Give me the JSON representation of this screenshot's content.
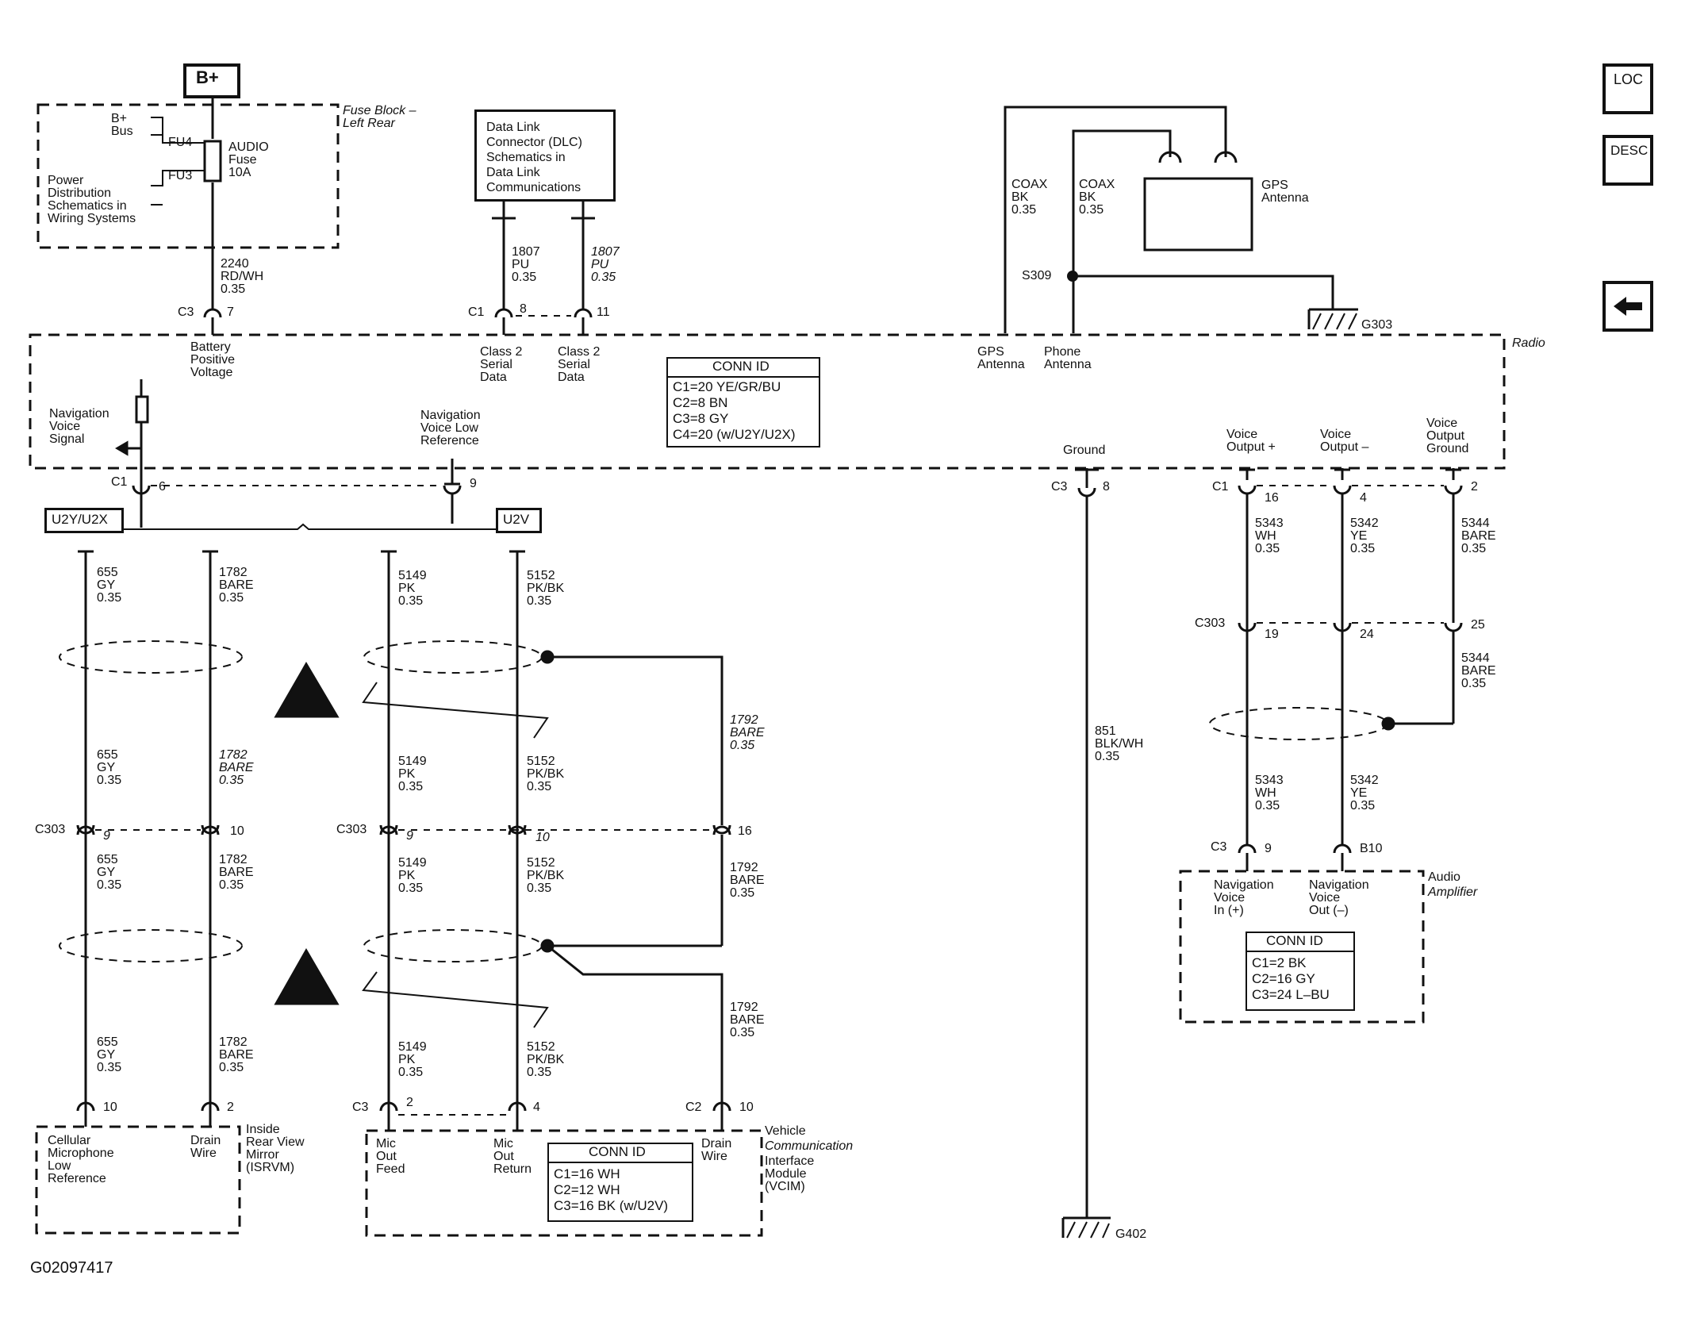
{
  "nav": {
    "loc_label": "LOC",
    "desc_label": "DESC",
    "back_icon": "left-arrow-icon"
  },
  "figure_id": "G02097417",
  "power": {
    "bplus_symbol": "B+",
    "fuse_block_label": "Fuse Block –\nLeft Rear",
    "bplus_bus_label": "B+\nBus",
    "fu4": "FU4",
    "fu3": "FU3",
    "power_distribution_label": "Power\nDistribution\nSchematics in\nWiring Systems",
    "fuse_label": "AUDIO\nFuse\n10A",
    "wire_2240": "2240\nRD/WH\n0.35"
  },
  "dlc": {
    "box_label": "Data Link\nConnector (DLC)\nSchematics in\nData Link\nCommunications",
    "wire_left": "1807\nPU\n0.35",
    "wire_right": "1807\nPU\n0.35"
  },
  "gps": {
    "coax_left": "COAX\nBK\n0.35",
    "coax_right": "COAX\nBK\n0.35",
    "antenna_label": "GPS\nAntenna",
    "splice": "S309",
    "ground": "G303"
  },
  "radio": {
    "label": "Radio",
    "c3": "C3",
    "pin7": "7",
    "battery_label": "Battery\nPositive\nVoltage",
    "c1": "C1",
    "pin8": "8",
    "pin11": "11",
    "class2_a": "Class 2\nSerial\nData",
    "class2_b": "Class 2\nSerial\nData",
    "gps_antenna": "GPS\nAntenna",
    "phone_antenna": "Phone\nAntenna",
    "conn_id_title": "CONN ID",
    "conn_id_lines": [
      "C1=20 YE/GR/BU",
      "C2=8 BN",
      "C3=8 GY",
      "C4=20 (w/U2Y/U2X)"
    ],
    "nav_voice_signal": "Navigation\nVoice\nSignal",
    "nav_voice_low_ref": "Navigation\nVoice Low\nReference",
    "ground_label": "Ground",
    "voice_out_plus": "Voice\nOutput +",
    "voice_out_minus": "Voice\nOutput –",
    "voice_out_ground": "Voice\nOutput\nGround",
    "c1_lower": "C1",
    "pin6": "6",
    "pin9": "9",
    "c3_ground": "C3",
    "pin8_ground": "8",
    "c1_voice": "C1",
    "pin16": "16",
    "pin4": "4",
    "pin2": "2"
  },
  "options": {
    "u2y_u2x": "U2Y/U2X",
    "u2v": "U2V"
  },
  "wires_left": {
    "w655_top": "655\nGY\n0.35",
    "w1782_top": "1782\nBARE\n0.35",
    "w655_mid": "655\nGY\n0.35",
    "w1782_mid": "1782\nBARE\n0.35",
    "w655_low": "655\nGY\n0.35",
    "w1782_low": "1782\nBARE\n0.35",
    "w655_bot": "655\nGY\n0.35",
    "w1782_bot": "1782\nBARE\n0.35"
  },
  "wires_mid": {
    "w5149_top": "5149\nPK\n0.35",
    "w5152_top": "5152\nPK/BK\n0.35",
    "w5149_mid": "5149\nPK\n0.35",
    "w5152_mid": "5152\nPK/BK\n0.35",
    "w5149_low": "5149\nPK\n0.35",
    "w5152_low": "5152\nPK/BK\n0.35",
    "w5149_bot": "5149\nPK\n0.35",
    "w5152_bot": "5152\nPK/BK\n0.35",
    "w1792_top": "1792\nBARE\n0.35",
    "w1792_mid": "1792\nBARE\n0.35",
    "w1792_bot": "1792\nBARE\n0.35"
  },
  "c303": {
    "label_a": "C303",
    "pin9a": "9",
    "pin10a": "10",
    "label_b": "C303",
    "pin9b": "9",
    "pin10b": "10",
    "pin16": "16"
  },
  "isrvm": {
    "pin10": "10",
    "pin2": "2",
    "cell_mic": "Cellular\nMicrophone\nLow\nReference",
    "drain": "Drain\nWire",
    "label": "Inside\nRear View\nMirror\n(ISRVM)"
  },
  "vcim": {
    "c3": "C3",
    "pin2": "2",
    "pin4": "4",
    "c2": "C2",
    "pin10": "10",
    "mic_feed": "Mic\nOut\nFeed",
    "mic_return": "Mic\nOut\nReturn",
    "drain": "Drain\nWire",
    "label_a": "Vehicle",
    "label_b": "Communication",
    "label_c": "Interface\nModule\n(VCIM)",
    "conn_id_title": "CONN ID",
    "conn_id_lines": [
      "C1=16 WH",
      "C2=12 WH",
      "C3=16 BK (w/U2V)"
    ]
  },
  "ground_wire": {
    "wire": "851\nBLK/WH\n0.35",
    "ground": "G402"
  },
  "voice_wires": {
    "w5343_top": "5343\nWH\n0.35",
    "w5342_top": "5342\nYE\n0.35",
    "w5344_top": "5344\nBARE\n0.35",
    "c303": "C303",
    "pin19": "19",
    "pin24": "24",
    "pin25": "25",
    "w5344_mid": "5344\nBARE\n0.35",
    "w5343_bot": "5343\nWH\n0.35",
    "w5342_bot": "5342\nYE\n0.35",
    "c3": "C3",
    "pin9": "9",
    "b10": "B10"
  },
  "amplifier": {
    "label_a": "Audio",
    "label_b": "Amplifier",
    "nav_in": "Navigation\nVoice\nIn (+)",
    "nav_out": "Navigation\nVoice\nOut (–)",
    "conn_id_title": "CONN ID",
    "conn_id_lines": [
      "C1=2 BK",
      "C2=16 GY",
      "C3=24 L–BU"
    ]
  }
}
